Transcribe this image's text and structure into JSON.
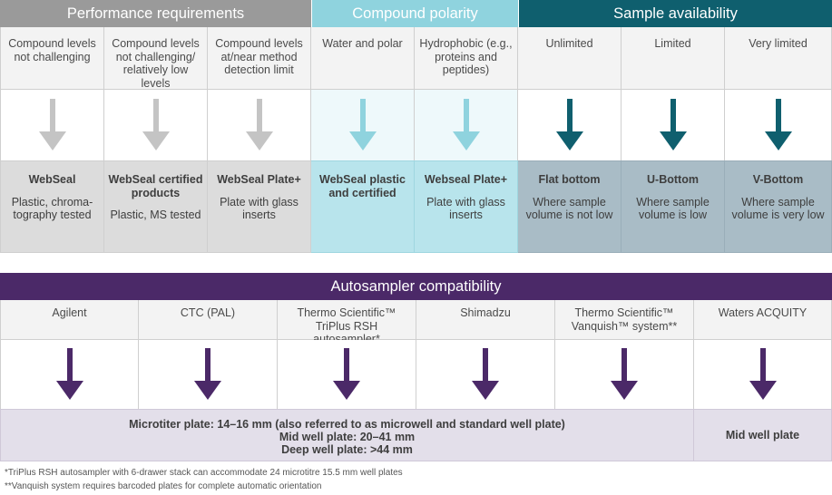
{
  "sections": {
    "performance": "Performance requirements",
    "polarity": "Compound polarity",
    "availability": "Sample availability",
    "autosampler": "Autosampler compatibility"
  },
  "conditions": [
    "Compound levels not challenging",
    "Compound levels not challenging/ relatively low levels",
    "Compound levels at/near method detection limit",
    "Water and polar",
    "Hydrophobic (e.g., proteins and peptides)",
    "Unlimited",
    "Limited",
    "Very limited"
  ],
  "results": [
    {
      "title": "WebSeal",
      "desc": "Plastic, chroma-tography tested"
    },
    {
      "title": "WebSeal certified products",
      "desc": "Plastic, MS tested"
    },
    {
      "title": "WebSeal Plate+",
      "desc": "Plate with glass inserts"
    },
    {
      "title": "WebSeal plastic and certified",
      "desc": ""
    },
    {
      "title": "Webseal Plate+",
      "desc": "Plate with glass inserts"
    },
    {
      "title": "Flat bottom",
      "desc": "Where sample volume is not low"
    },
    {
      "title": "U-Bottom",
      "desc": "Where sample volume is low"
    },
    {
      "title": "V-Bottom",
      "desc": "Where sample volume is very low"
    }
  ],
  "autosamplers": [
    "Agilent",
    "CTC (PAL)",
    "Thermo Scientific™ TriPlus RSH autosampler*",
    "Shimadzu",
    "Thermo Scientific™ Vanquish™ system**",
    "Waters ACQUITY"
  ],
  "plates": {
    "line1": "Microtiter plate: 14–16 mm (also referred to as microwell and standard well plate)",
    "line2": "Mid well plate: 20–41 mm",
    "line3": "Deep well plate: >44 mm",
    "waters": "Mid well plate"
  },
  "footnotes": [
    "*TriPlus RSH autosampler with 6-drawer stack can accommodate 24 microtitre 15.5 mm well plates",
    "**Vanquish system requires barcoded plates for complete automatic orientation"
  ],
  "colors": {
    "gray_arrow": "#c4c4c4",
    "light_teal_arrow": "#8fd3de",
    "dark_teal_arrow": "#0f5f6e",
    "purple_arrow": "#4b2968"
  }
}
